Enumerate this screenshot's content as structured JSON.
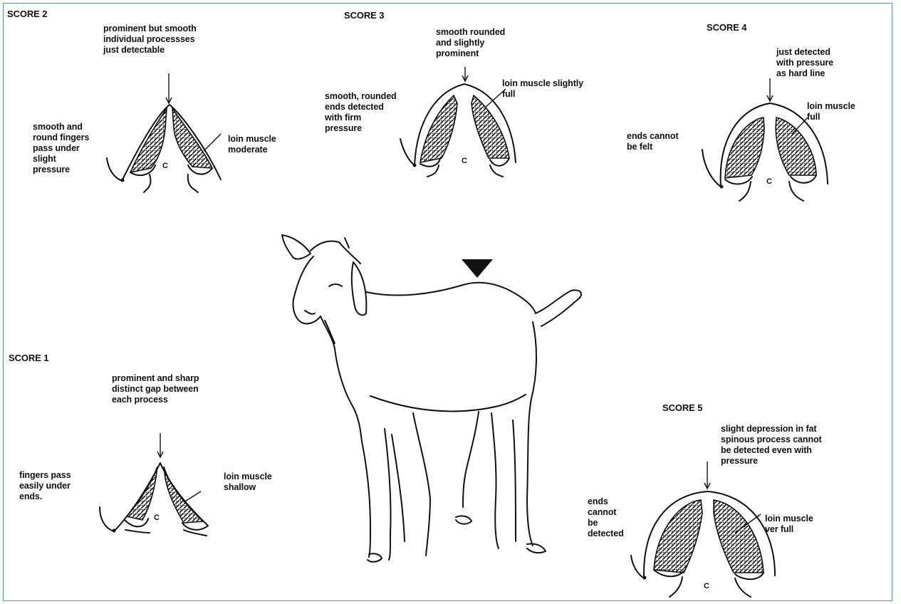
{
  "score_labels": {
    "s1": "SCORE 1",
    "s2": "SCORE 2",
    "s3": "SCORE 3",
    "s4": "SCORE 4",
    "s5": "SCORE 5"
  },
  "score1": {
    "top": "prominent and sharp\ndistinct gap between\neach process",
    "left": "fingers pass\neasily under\nends.",
    "right": "loin muscle\nshallow",
    "center": "C"
  },
  "score2": {
    "top": "prominent but smooth\nindividual processses\njust detectable",
    "left": "smooth and\nround fingers\npass under\nslight\npressure",
    "right": "loin muscle\nmoderate",
    "center": "C"
  },
  "score3": {
    "top": "smooth rounded\nand slightly\nprominent",
    "left": "smooth, rounded\nends detected\nwith firm\npressure",
    "right": "loin muscle slightly\nfull",
    "center": "C"
  },
  "score4": {
    "top": "just detected\nwith pressure\nas hard line",
    "left": "ends cannot\nbe felt",
    "right": "loin muscle\nfull",
    "center": "C"
  },
  "score5": {
    "top": "slight depression in fat\nspinous process cannot\nbe detected even with\npressure",
    "left": "ends\ncannot\nbe\ndetected",
    "right": "loin muscle\nver full",
    "center": "C"
  },
  "colors": {
    "frame_border": "#5b8fcf",
    "ink": "#111111"
  }
}
